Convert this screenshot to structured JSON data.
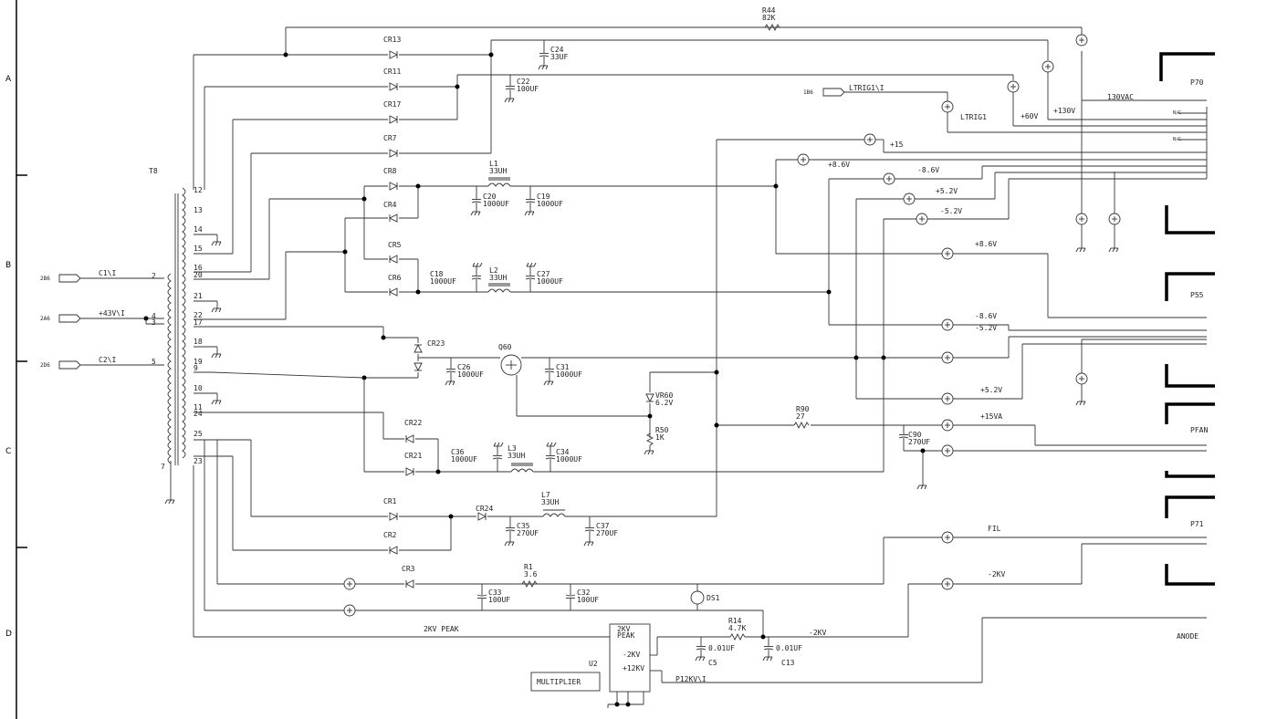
{
  "row_markers": [
    "A",
    "B",
    "C",
    "D"
  ],
  "transformer": {
    "ref": "T8",
    "primary_pins": [
      "2",
      "4",
      "3",
      "5",
      "7"
    ],
    "secondary_pins": [
      "12",
      "13",
      "14",
      "15",
      "16",
      "20",
      "21",
      "22",
      "17",
      "18",
      "19",
      "9",
      "10",
      "11",
      "24",
      "25",
      "23"
    ]
  },
  "inputs": [
    {
      "ref": "2B6",
      "net": "C1\\I"
    },
    {
      "ref": "2A6",
      "net": "+43V\\I"
    },
    {
      "ref": "2D6",
      "net": "C2\\I"
    },
    {
      "ref": "1B6",
      "net": "LTRIG1\\I"
    }
  ],
  "diodes": [
    "CR13",
    "CR11",
    "CR17",
    "CR7",
    "CR8",
    "CR4",
    "CR5",
    "CR6",
    "CR23",
    "CR22",
    "CR21",
    "CR1",
    "CR24",
    "CR2",
    "CR3"
  ],
  "capacitors": [
    {
      "ref": "C24",
      "value": "33UF"
    },
    {
      "ref": "C22",
      "value": "100UF"
    },
    {
      "ref": "C20",
      "value": "1000UF"
    },
    {
      "ref": "C19",
      "value": "1000UF"
    },
    {
      "ref": "C18",
      "value": "1000UF"
    },
    {
      "ref": "C27",
      "value": "1000UF"
    },
    {
      "ref": "C26",
      "value": "1000UF"
    },
    {
      "ref": "C31",
      "value": "1000UF"
    },
    {
      "ref": "C36",
      "value": "1000UF"
    },
    {
      "ref": "C34",
      "value": "1000UF"
    },
    {
      "ref": "C35",
      "value": "270UF"
    },
    {
      "ref": "C37",
      "value": "270UF"
    },
    {
      "ref": "C90",
      "value": "270UF"
    },
    {
      "ref": "C33",
      "value": "100UF"
    },
    {
      "ref": "C32",
      "value": "100UF"
    },
    {
      "ref": "C5",
      "value": "0.01UF"
    },
    {
      "ref": "C13",
      "value": "0.01UF"
    }
  ],
  "inductors": [
    {
      "ref": "L1",
      "value": "33UH"
    },
    {
      "ref": "L2",
      "value": "33UH"
    },
    {
      "ref": "L3",
      "value": "33UH"
    },
    {
      "ref": "L7",
      "value": "33UH"
    }
  ],
  "resistors": [
    {
      "ref": "R44",
      "value": "82K"
    },
    {
      "ref": "R50",
      "value": "1K"
    },
    {
      "ref": "R90",
      "value": "27"
    },
    {
      "ref": "R1",
      "value": "3.6"
    },
    {
      "ref": "R14",
      "value": "4.7K"
    }
  ],
  "semis": {
    "q": "Q60",
    "zener": "VR60",
    "zener_value": "6.2V",
    "ds": "DS1"
  },
  "multiplier": {
    "ref": "U2",
    "label": "MULTIPLIER",
    "top1": "2KV",
    "top2": "PEAK",
    "pin_a": "-2KV",
    "pin_b": "+12KV"
  },
  "nets": {
    "n130": "+130V",
    "n60": "+60V",
    "ltrig": "LTRIG1",
    "p15": "+15",
    "p86": "+8.6V",
    "m86": "-8.6V",
    "p52": "+5.2V",
    "m52": "-5.2V",
    "p86b": "+8.6V",
    "m86b": "-8.6V",
    "m52b": "-5.2V",
    "p52b": "+5.2V",
    "p15va": "+15VA",
    "fil": "FIL",
    "m2kv": "-2KV",
    "m2kv2": "-2KV",
    "kvpeak": "2KV PEAK",
    "p12kv": "P12KV\\I",
    "vac": "130VAC",
    "nc1": "N/C",
    "nc2": "N/C"
  },
  "connectors": {
    "p70": "P70",
    "p55": "P55",
    "pfan": "PFAN",
    "p71": "P71",
    "anode": "ANODE"
  }
}
